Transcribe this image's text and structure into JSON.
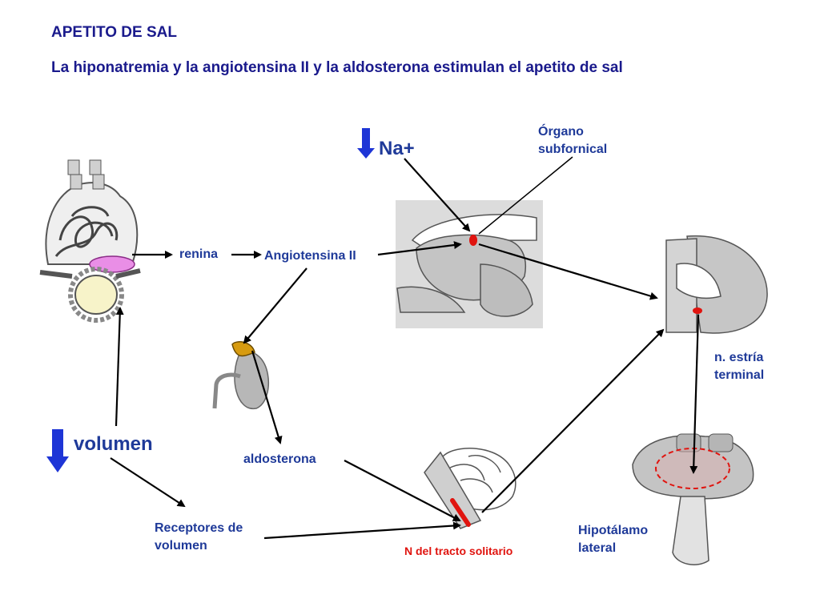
{
  "title": "APETITO DE SAL",
  "subtitle": "La hiponatremia y la angiotensina II y la aldosterona estimulan el apetito de sal",
  "labels": {
    "na": "Na+",
    "organo": "Órgano subfornical",
    "organo_line1": "Órgano",
    "organo_line2": "subfornical",
    "renina": "renina",
    "angiotensina": "Angiotensina II",
    "estria_line1": "n. estría",
    "estria_line2": "terminal",
    "volumen": "volumen",
    "aldosterona": "aldosterona",
    "receptores_line1": "Receptores de",
    "receptores_line2": "volumen",
    "tracto": "N del tracto solitario",
    "hipotalamo_line1": "Hipotálamo",
    "hipotalamo_line2": "lateral"
  },
  "colors": {
    "label_blue": "#1f3a99",
    "title_blue": "#1a1a8c",
    "accent_red": "#e0140f",
    "arrow_blue": "#1e35d6",
    "tissue_gray": "#c8c8c8"
  }
}
